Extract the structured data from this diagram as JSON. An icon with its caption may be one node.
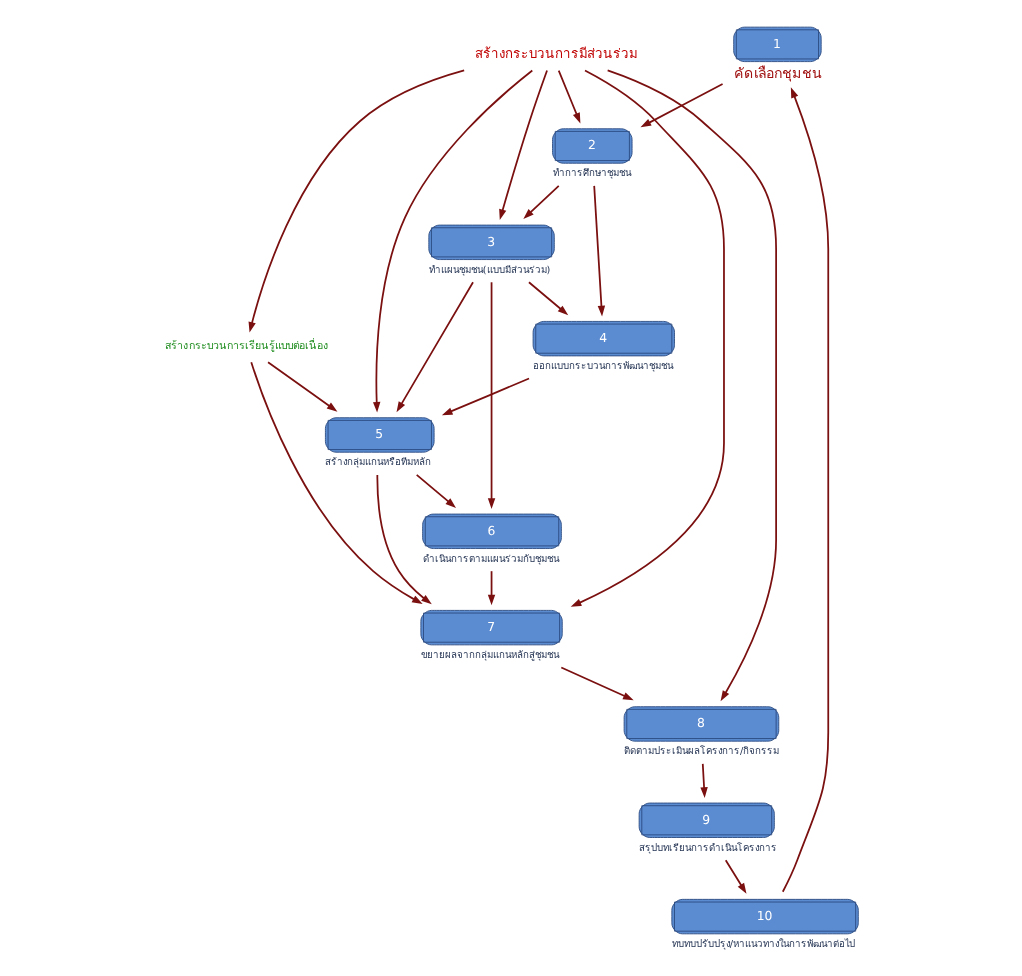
{
  "diagram": {
    "nodes": [
      {
        "text": [
          "1",
          "คัดเลือกชุมชน"
        ]
      },
      {
        "text": [
          "2",
          "ทำการศึกษาชุมชน"
        ]
      },
      {
        "text": [
          "3",
          "ทำแผนชุมชน(แบบมีส่วนร่วม)"
        ]
      },
      {
        "text": [
          "4",
          "ออกแบบกระบวนการพัฒนาชุมชน"
        ]
      },
      {
        "text": [
          "5",
          "สร้างกลุ่มแกนหรือทีมหลัก"
        ]
      },
      {
        "text": [
          "6",
          "ดำเนินการตามแผนร่วมกับชุมชน"
        ]
      },
      {
        "text": [
          "7",
          "ขยายผลจากกลุ่มแกนหลักสู่ชุมชน"
        ]
      },
      {
        "text": [
          "8",
          "ติดตามประเมินผลโครงการ/กิจกรรม"
        ]
      },
      {
        "text": [
          "9",
          "สรุปบทเรียนการดำเนินโครงการ"
        ]
      },
      {
        "text": [
          "10",
          "ทบทบปรับปรุง/หาแนวทางในการพัฒนาต่อไป"
        ]
      },
      {
        "text": [
          "สร้างกระบวนการมีส่วนร่วม"
        ]
      },
      {
        "text": [
          "สร้างกระบวนการเรียนรู้แบบต่อเนื่อง"
        ]
      }
    ],
    "edges": [
      {
        "from": 0,
        "to": 1,
        "arrow": "to"
      },
      {
        "from": 1,
        "to": 2,
        "arrow": "to"
      },
      {
        "from": 1,
        "to": 3,
        "arrow": "to"
      },
      {
        "from": 2,
        "to": 3,
        "arrow": "to"
      },
      {
        "from": 2,
        "to": 4,
        "arrow": "to"
      },
      {
        "from": 2,
        "to": 5,
        "arrow": "to"
      },
      {
        "from": 3,
        "to": 4,
        "arrow": "to"
      },
      {
        "from": 4,
        "to": 5,
        "arrow": "to"
      },
      {
        "from": 4,
        "to": 6,
        "arrow": "to"
      },
      {
        "from": 5,
        "to": 6,
        "arrow": "to"
      },
      {
        "from": 6,
        "to": 7,
        "arrow": "to"
      },
      {
        "from": 7,
        "to": 8,
        "arrow": "to"
      },
      {
        "from": 8,
        "to": 9,
        "arrow": "to"
      },
      {
        "from": 9,
        "to": 0,
        "arrow": "to"
      },
      {
        "from": 10,
        "to": 7,
        "arrow": "to"
      },
      {
        "from": 10,
        "to": 1,
        "arrow": "to"
      },
      {
        "from": 10,
        "to": 2,
        "arrow": "to"
      },
      {
        "from": 10,
        "to": 4,
        "arrow": "to"
      },
      {
        "from": 10,
        "to": 6,
        "arrow": "to"
      },
      {
        "from": 10,
        "to": 11,
        "arrow": "to"
      },
      {
        "from": 11,
        "to": 4,
        "arrow": "to"
      },
      {
        "from": 11,
        "to": 6,
        "arrow": "to"
      }
    ]
  }
}
